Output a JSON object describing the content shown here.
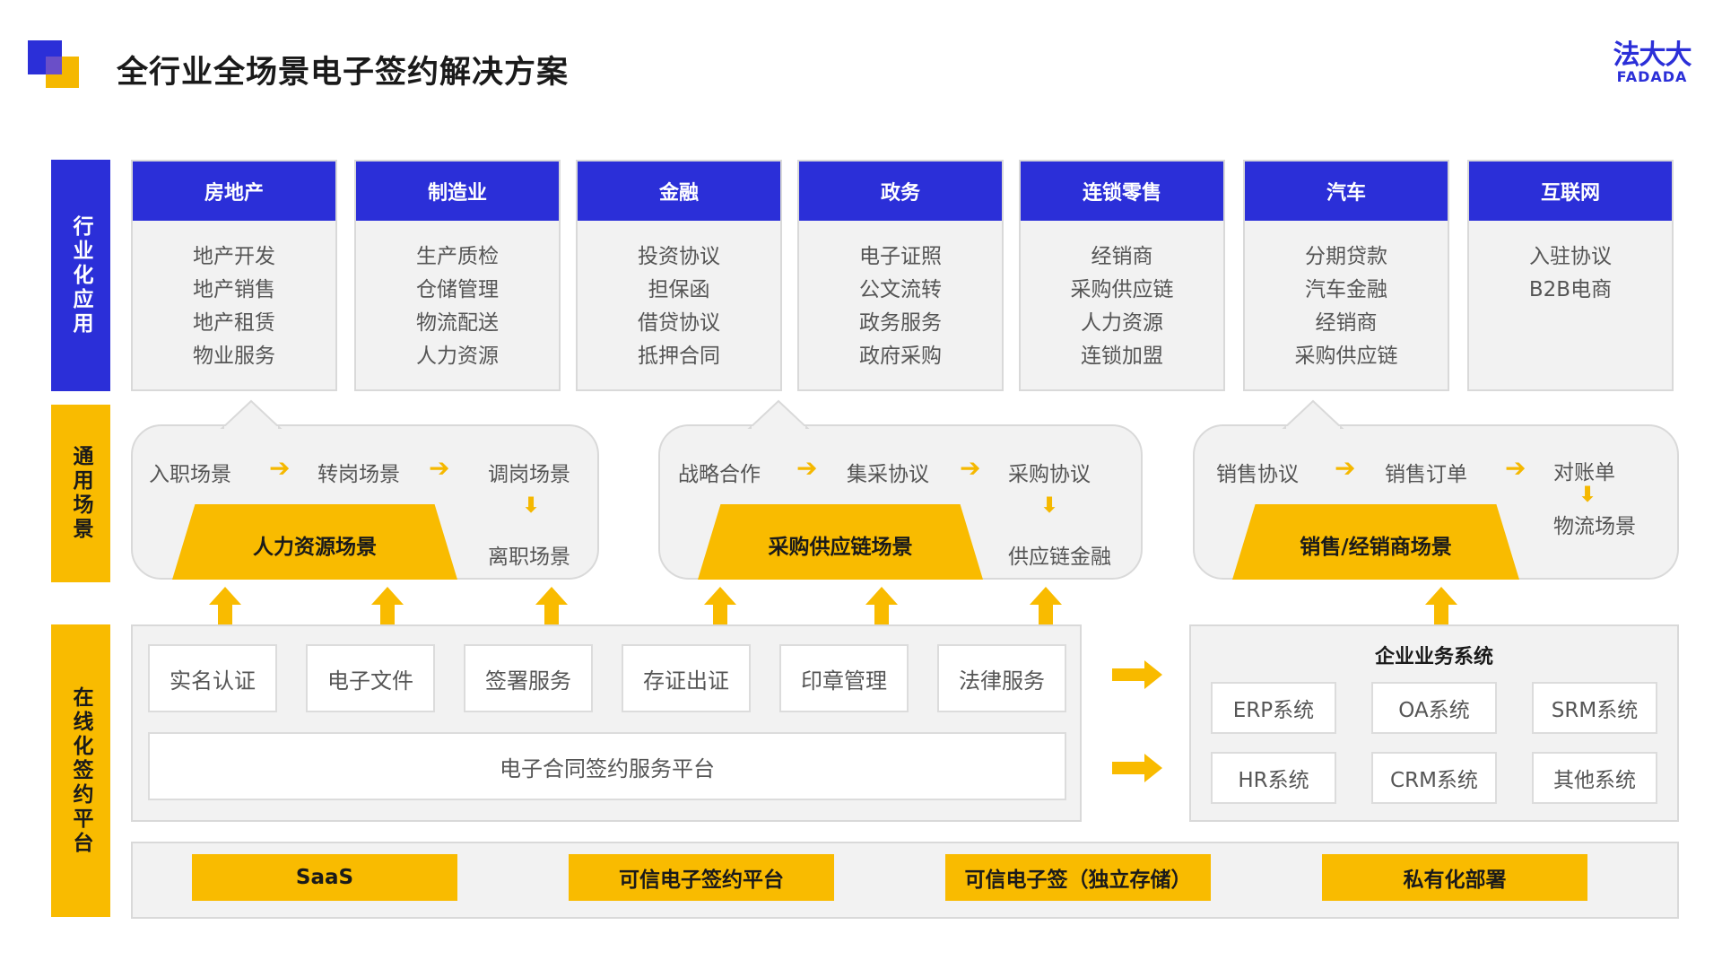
{
  "header": {
    "title": "全行业全场景电子签约解决方案",
    "brand_cn": "法大大",
    "brand_en": "FADADA"
  },
  "side_labels": {
    "industry": "行业化应用",
    "scenario": "通用场景",
    "platform": "在线化签约平台"
  },
  "industries": [
    {
      "name": "房地产",
      "items": [
        "地产开发",
        "地产销售",
        "地产租赁",
        "物业服务"
      ]
    },
    {
      "name": "制造业",
      "items": [
        "生产质检",
        "仓储管理",
        "物流配送",
        "人力资源"
      ]
    },
    {
      "name": "金融",
      "items": [
        "投资协议",
        "担保函",
        "借贷协议",
        "抵押合同"
      ]
    },
    {
      "name": "政务",
      "items": [
        "电子证照",
        "公文流转",
        "政务服务",
        "政府采购"
      ]
    },
    {
      "name": "连锁零售",
      "items": [
        "经销商",
        "采购供应链",
        "人力资源",
        "连锁加盟"
      ]
    },
    {
      "name": "汽车",
      "items": [
        "分期贷款",
        "汽车金融",
        "经销商",
        "采购供应链"
      ]
    },
    {
      "name": "互联网",
      "items": [
        "入驻协议",
        "B2B电商"
      ]
    }
  ],
  "scenarios": [
    {
      "steps": [
        "入职场景",
        "转岗场景",
        "调岗场景",
        "离职场景"
      ],
      "name": "人力资源场景"
    },
    {
      "steps": [
        "战略合作",
        "集采协议",
        "采购协议",
        "供应链金融"
      ],
      "name": "采购供应链场景"
    },
    {
      "steps": [
        "销售协议",
        "销售订单",
        "对账单",
        "物流场景"
      ],
      "name": "销售/经销商场景"
    }
  ],
  "services": [
    "实名认证",
    "电子文件",
    "签署服务",
    "存证出证",
    "印章管理",
    "法律服务"
  ],
  "platform_label": "电子合同签约服务平台",
  "enterprise": {
    "title": "企业业务系统",
    "systems": [
      "ERP系统",
      "OA系统",
      "SRM系统",
      "HR系统",
      "CRM系统",
      "其他系统"
    ]
  },
  "deployments": [
    "SaaS",
    "可信电子签约平台",
    "可信电子签（独立存储）",
    "私有化部署"
  ],
  "colors": {
    "blue": "#2b2fd8",
    "yellow": "#f9bb00",
    "panel": "#f2f2f2"
  },
  "icons": [
    "arrow-right-icon",
    "arrow-down-icon",
    "arrow-up-icon"
  ]
}
